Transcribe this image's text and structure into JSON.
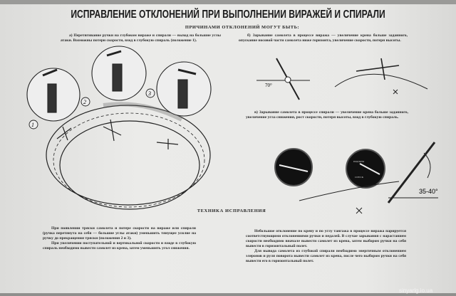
{
  "title": "ИСПРАВЛЕНИЕ ОТКЛОНЕНИЙ ПРИ ВЫПОЛНЕНИИ ВИРАЖЕЙ И СПИРАЛИ",
  "subtitle": "ПРИЧИНАМИ ОТКЛОНЕНИЙ МОГУТ БЫТЬ:",
  "causes": {
    "a": "а) Перетягивание ручки на глубоком вираже и спирали — выход на большие углы атаки. Возможны потери скорости, вход в глубокую спираль (положение 1).",
    "b": "б) Зарывание самолета в процессе виража — увеличение крена больше заданного, опускание носовой части самолета ниже горизонта, увеличение скорости, потеря высоты.",
    "v": "в) Зарывание самолета в процессе спирали — увеличение крена больше заданного, увеличение угла снижения, рост скорости, потеря высоты, вход в глубокую спираль."
  },
  "figure_labels": {
    "pos1": "1",
    "pos2": "2",
    "pos3": "3",
    "angle_bank": "70°",
    "angle_dive": "35-40°",
    "vario_up": "ПОДЪЕМ",
    "vario_down": "СПУСК"
  },
  "technique": {
    "heading": "ТЕХНИКА ИСПРАВЛЕНИЯ",
    "left": [
      "При появлении тряски самолета и потере скорости на вираже или спирали (ручка перетянута на себя — большие углы атаки) уменьшить тянущее усилие на ручку до прекращения тряски (положения 2 и 3).",
      "При увеличении поступательной и вертикальной скорости и входе в глубокую спираль необходимо вывести самолет из крена, затем уменьшить угол снижения."
    ],
    "right": [
      "Небольшое отклонение по крену и по углу тангажа в процессе виража парируется соответствующими отклонениями ручки и педалей. В случае зарывания с нарастанием скорости необходимо вначале вывести самолет из крена, затем выбором ручки на себя вывести в горизонтальный полет.",
      "Для вывода самолета из глубокой спирали необходимо энергичным отклонением элеронов и руля поворота вывести самолет из крена, после чего выбором ручки на себя вывести его в горизонтальный полет."
    ]
  },
  "watermark": "sinyarlg.io.ua"
}
